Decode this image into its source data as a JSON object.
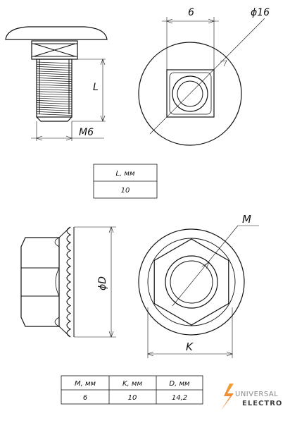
{
  "bolt": {
    "side_view": {
      "length_dim": "L",
      "thread_dim": "M6"
    },
    "head_view": {
      "square_dim": "6",
      "diameter_dim": "ϕ16"
    },
    "table": {
      "header": "L, мм",
      "value": "10"
    }
  },
  "nut": {
    "side_view": {
      "diameter_dim": "ϕD"
    },
    "front_view": {
      "thread_dim": "M",
      "width_dim": "K"
    },
    "table": {
      "headers": [
        "M, мм",
        "K, мм",
        "D, мм"
      ],
      "values": [
        "6",
        "10",
        "14,2"
      ]
    }
  },
  "logo": {
    "line1": "UNIVERSAL",
    "line2": "ELECTRO",
    "colors": {
      "bolt_top": "#f2a23a",
      "bolt_bottom": "#e8732a"
    }
  }
}
